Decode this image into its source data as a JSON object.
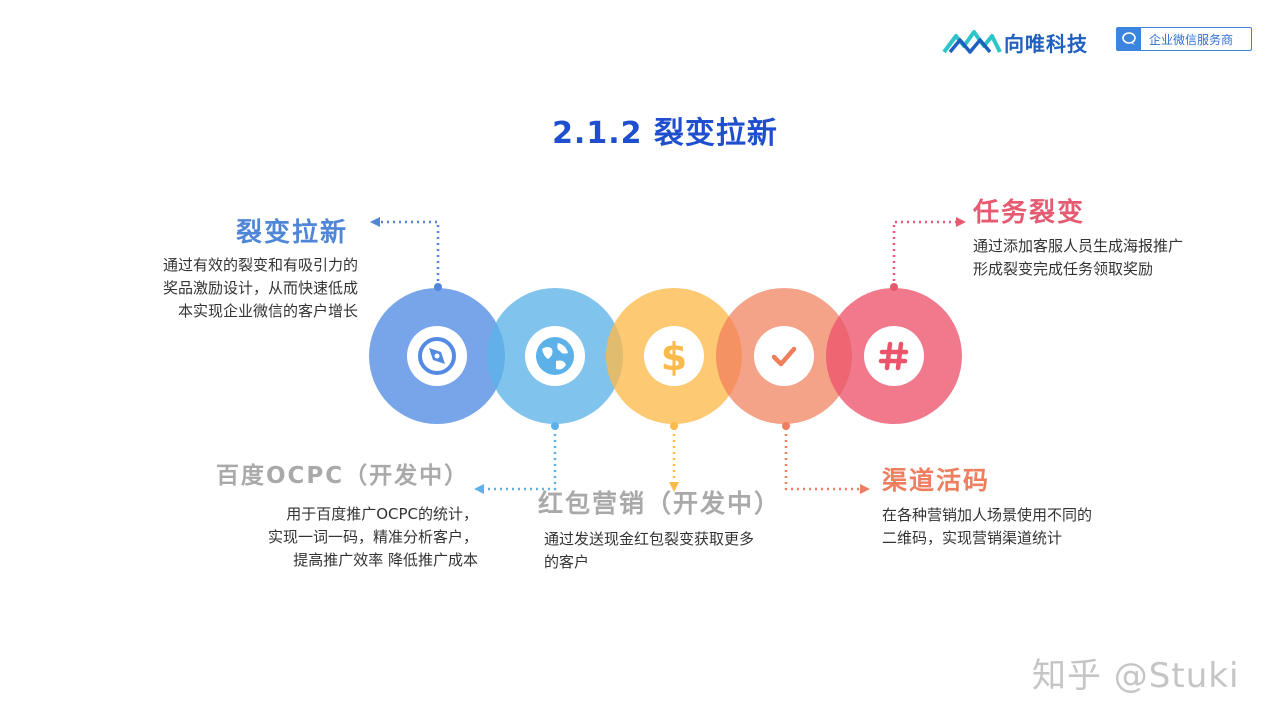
{
  "header": {
    "brand_name": "向唯科技",
    "badge_text": "企业微信服务商"
  },
  "page_title": "2.1.2 裂变拉新",
  "features": [
    {
      "title": "裂变拉新",
      "desc_lines": [
        "通过有效的裂变和有吸引力的",
        "奖品激励设计，从而快速低成",
        "本实现企业微信的客户增长"
      ],
      "color": "#528ae4",
      "icon": "compass-icon"
    },
    {
      "title": "百度OCPC（开发中）",
      "desc_lines": [
        "用于百度推广OCPC的统计，",
        "实现一词一码，精准分析客户，",
        "提高推广效率 降低推广成本"
      ],
      "color": "#5cb2e8",
      "icon": "globe-icon"
    },
    {
      "title": "红包营销（开发中）",
      "desc_lines": [
        "通过发送现金红包裂变获取更多",
        "的客户"
      ],
      "color": "#fcba4b",
      "icon": "dollar-icon"
    },
    {
      "title": "渠道活码",
      "desc_lines": [
        "在各种营销加人场景使用不同的",
        "二维码，实现营销渠道统计"
      ],
      "color": "#f07e5a",
      "icon": "checkmark-icon"
    },
    {
      "title": "任务裂变",
      "desc_lines": [
        "通过添加客服人员生成海报推广",
        "形成裂变完成任务领取奖励"
      ],
      "color": "#ec546c",
      "icon": "hashtag-icon"
    }
  ],
  "watermark": "知乎 @Stuki"
}
